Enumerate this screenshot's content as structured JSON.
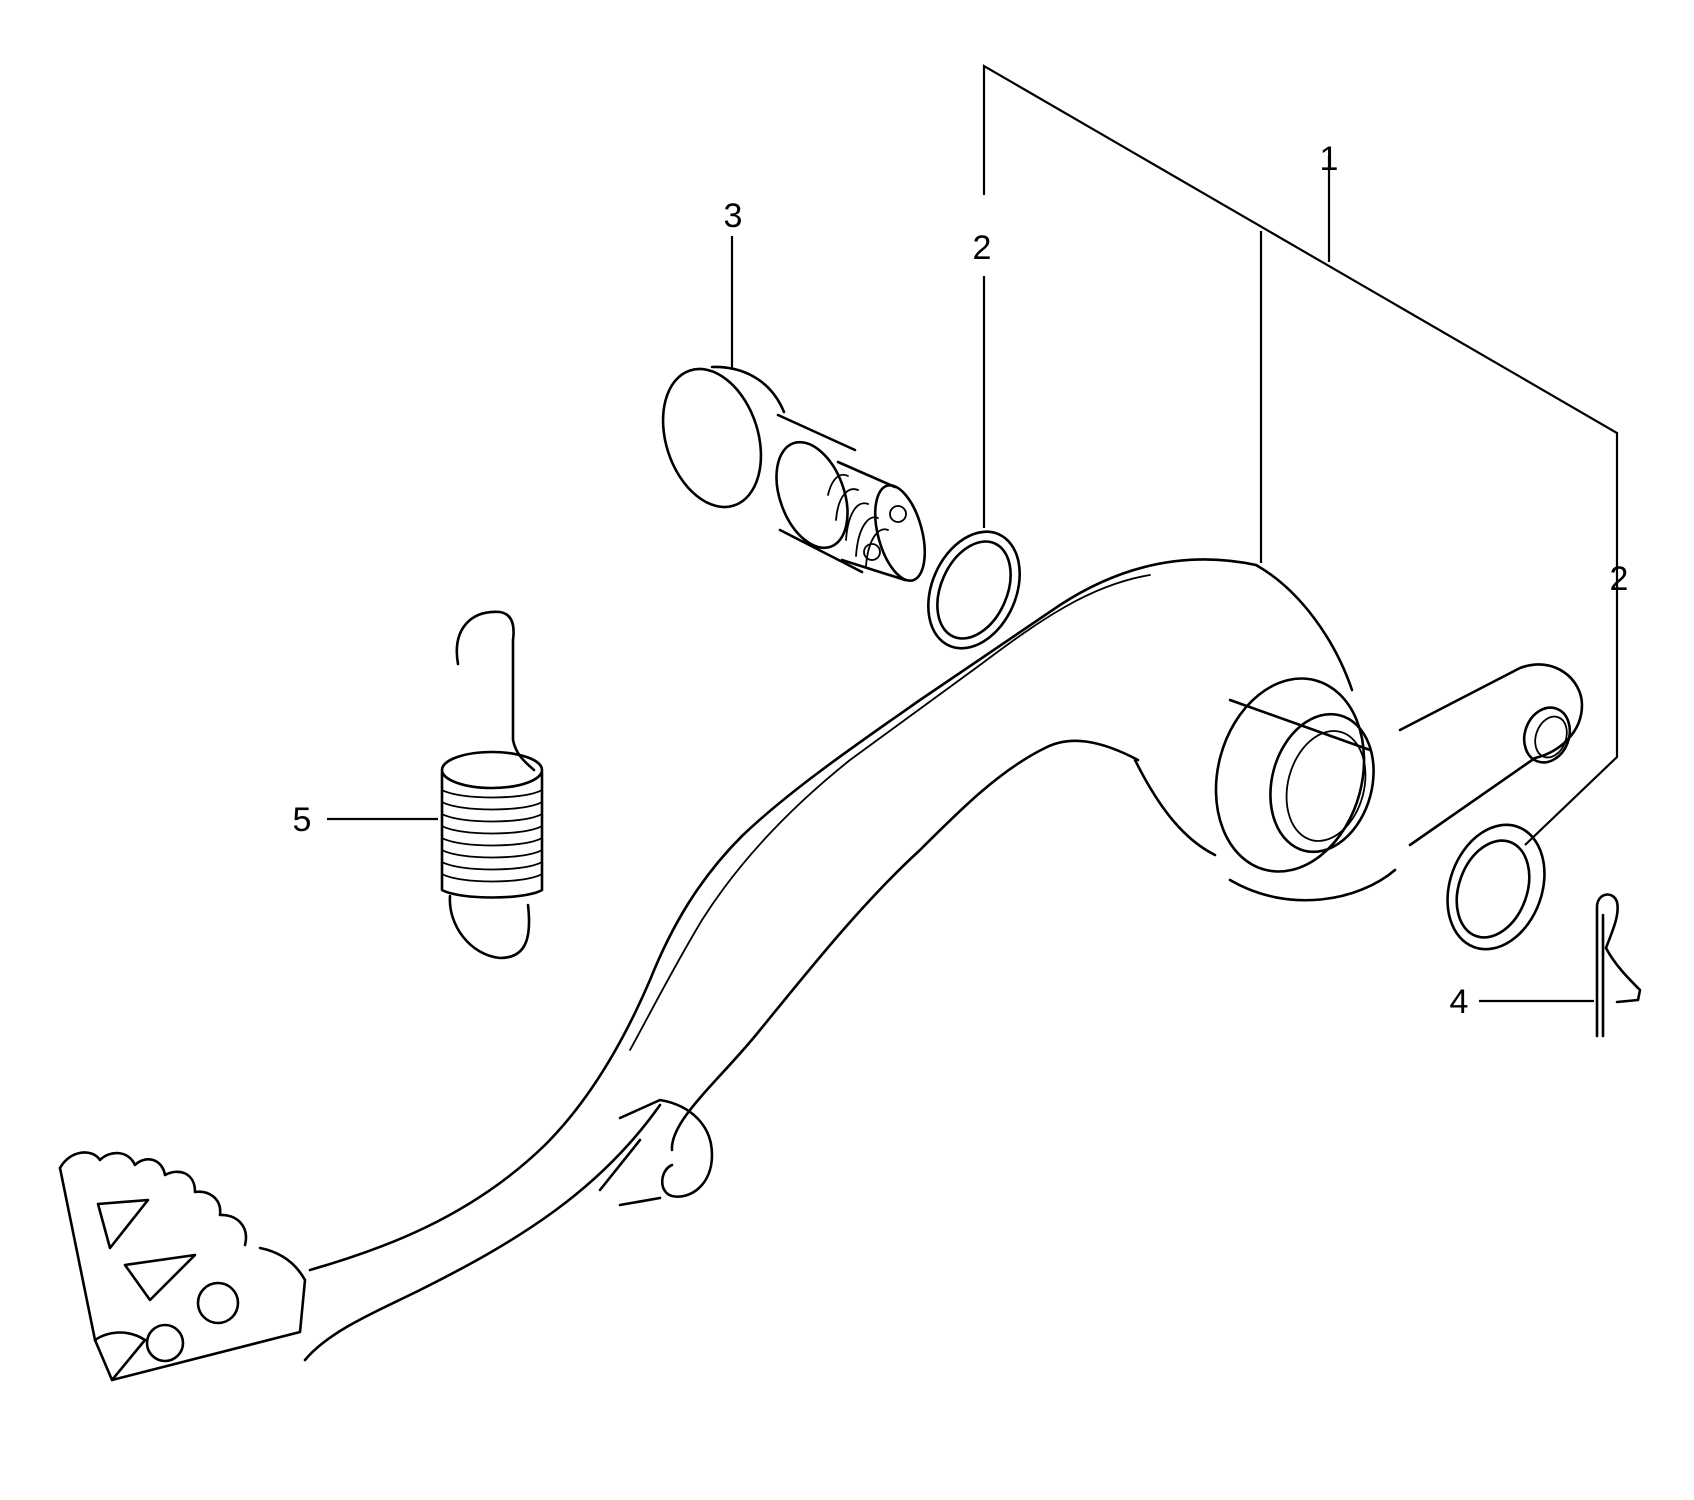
{
  "callouts": {
    "c1": "1",
    "c2_left": "2",
    "c2_right": "2",
    "c3": "3",
    "c4": "4",
    "c5": "5"
  },
  "parts": [
    {
      "ref": "1",
      "name": "brake-pedal"
    },
    {
      "ref": "2",
      "name": "o-ring"
    },
    {
      "ref": "3",
      "name": "pivot-bolt"
    },
    {
      "ref": "4",
      "name": "cotter-pin"
    },
    {
      "ref": "5",
      "name": "return-spring"
    }
  ]
}
